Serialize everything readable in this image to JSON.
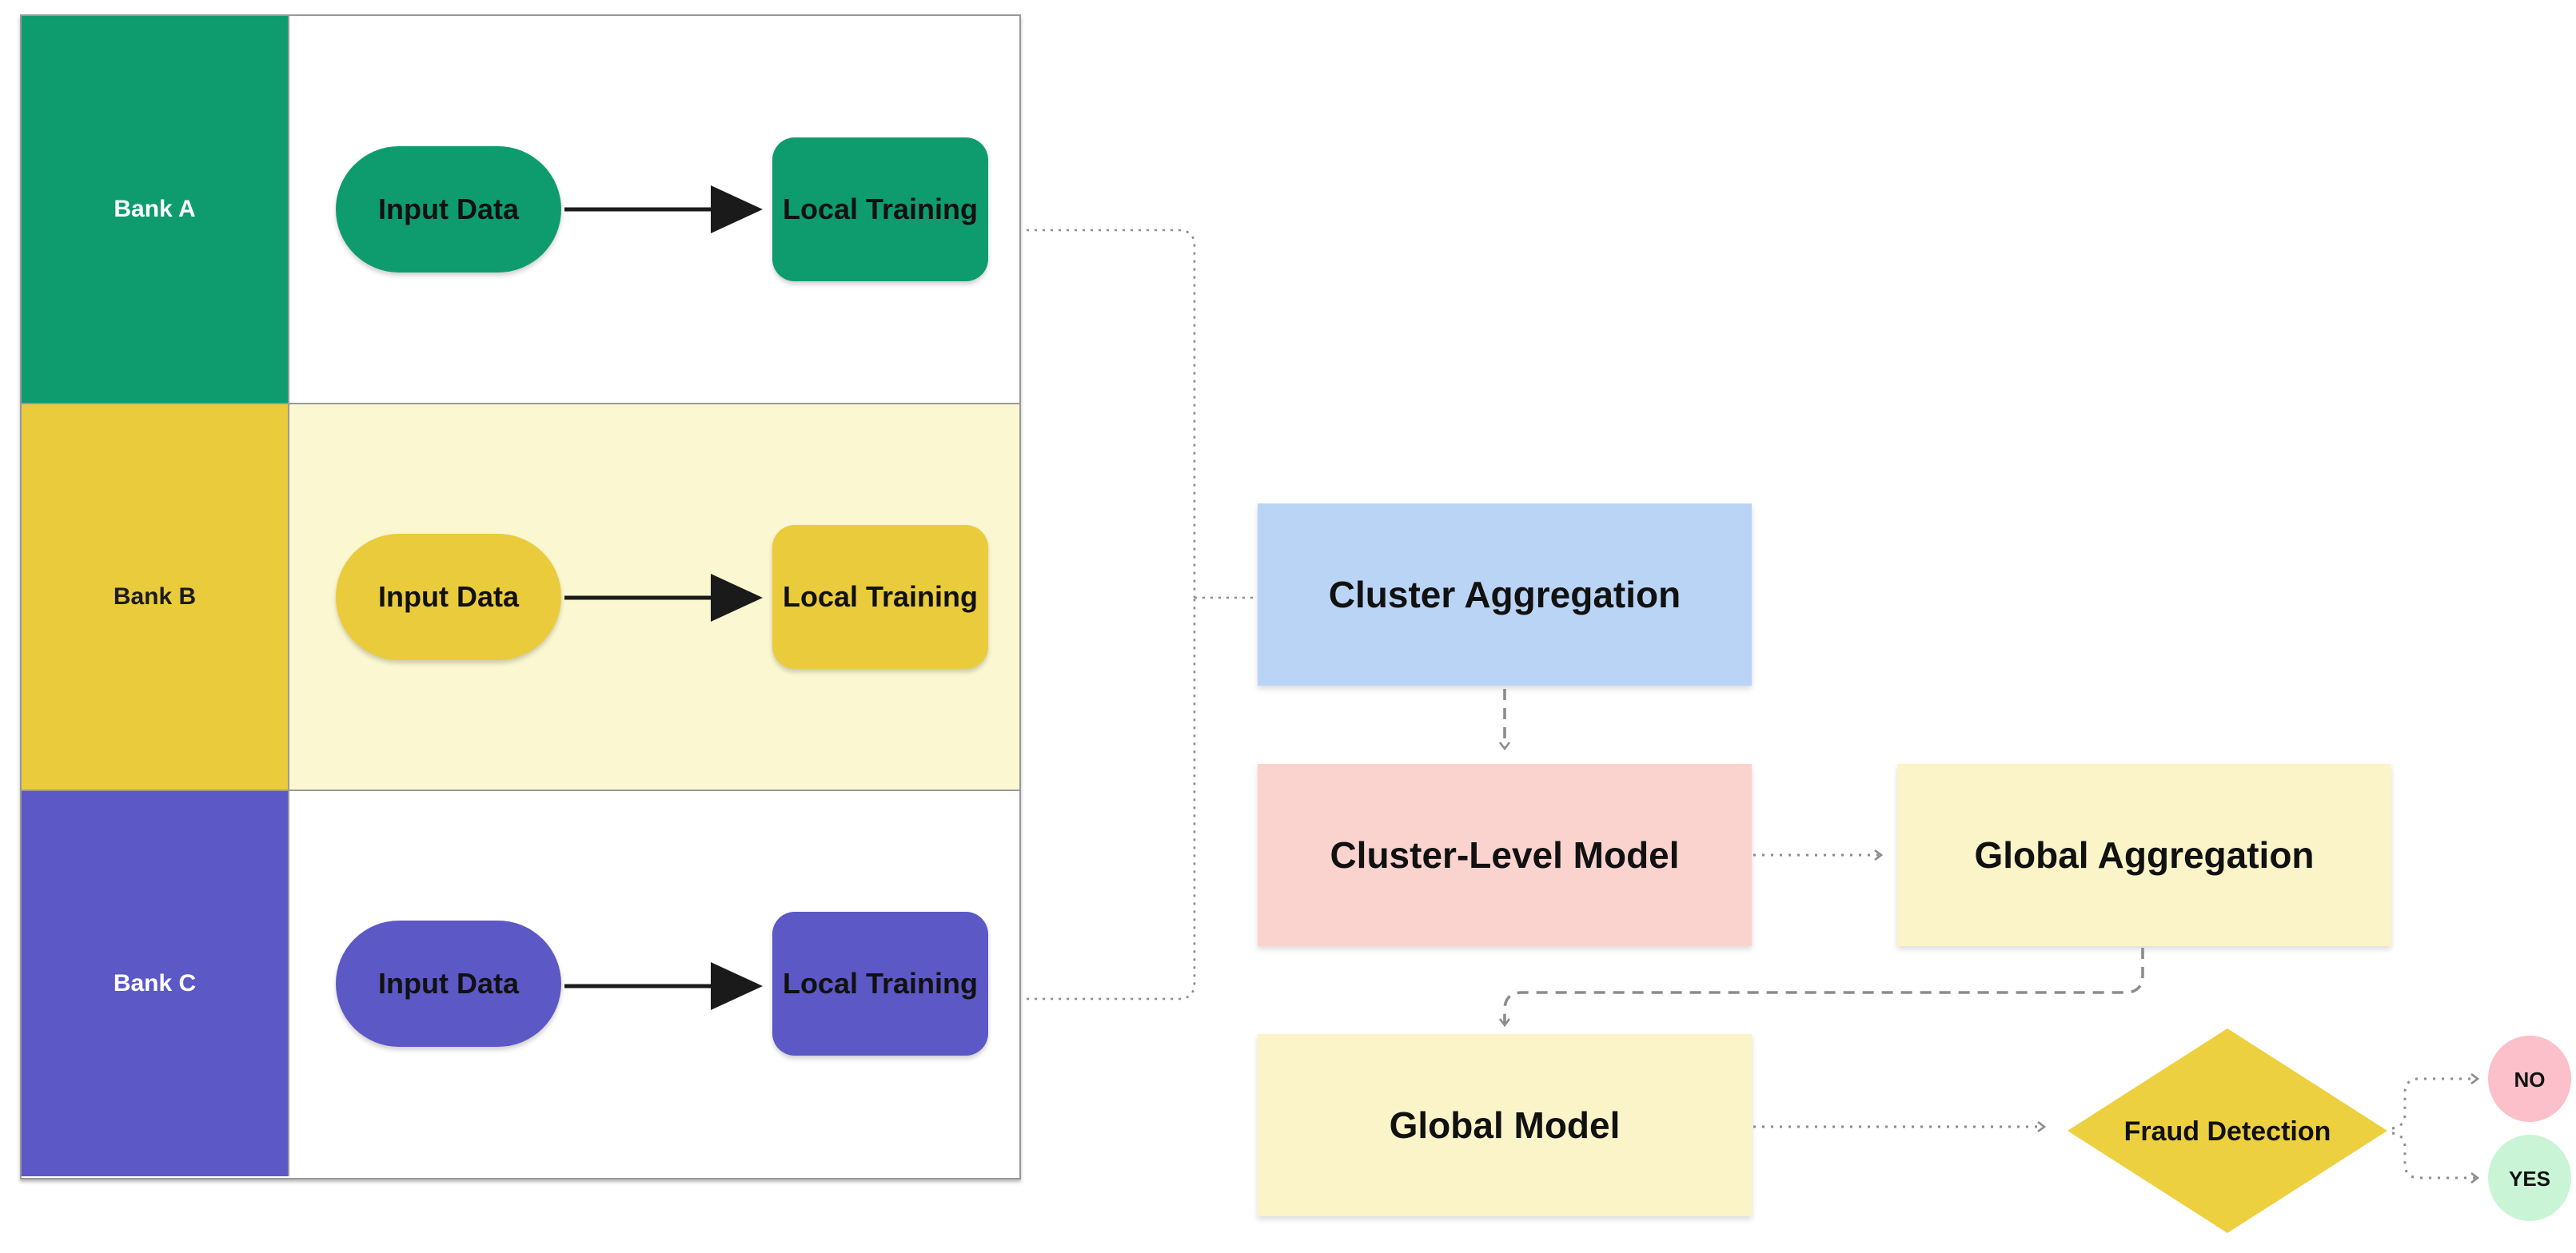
{
  "colors": {
    "green": "#0e9c6e",
    "yellow": "#eacb3c",
    "purple": "#5c58c6",
    "row-b-bg": "#fbf7d0",
    "blue-box": "#bad4f6",
    "pink-box": "#fbd3ce",
    "cream-box": "#faf4c8",
    "diamond-yellow": "#edd03f",
    "no-pink": "#fbc0c9",
    "yes-green": "#c9f5d6",
    "lane-border": "#999999",
    "connector": "#8c8c8c",
    "arrow": "#1a1a1a"
  },
  "lanes": [
    {
      "label": "Bank A",
      "nodes": {
        "input": "Input Data",
        "training": "Local Training"
      }
    },
    {
      "label": "Bank B",
      "nodes": {
        "input": "Input Data",
        "training": "Local Training"
      }
    },
    {
      "label": "Bank C",
      "nodes": {
        "input": "Input Data",
        "training": "Local Training"
      }
    }
  ],
  "flow": {
    "cluster_aggregation": "Cluster Aggregation",
    "cluster_level_model": "Cluster-Level Model",
    "global_aggregation": "Global Aggregation",
    "global_model": "Global Model",
    "fraud_detection": "Fraud Detection",
    "outcome_no": "NO",
    "outcome_yes": "YES"
  }
}
